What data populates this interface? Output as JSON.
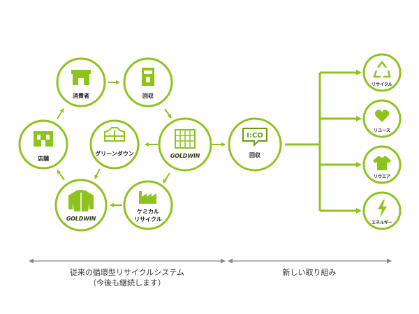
{
  "colors": {
    "accent": "#8ec31f",
    "accent_dark": "#6e9a10",
    "arrow_gray": "#888888",
    "text": "#222222"
  },
  "nodes": {
    "consumer": {
      "label": "消費者",
      "icon": "shop-icon"
    },
    "collect_top": {
      "label": "回収",
      "icon": "trash-bin-icon"
    },
    "store": {
      "label": "店舗",
      "icon": "store-icon"
    },
    "green_down": {
      "label": "グリーンダウン",
      "icon": "down-jacket-icon"
    },
    "goldwin_hub": {
      "brand": "GOLDWIN",
      "icon": "factory-building-icon"
    },
    "goldwin_product": {
      "brand": "GOLDWIN",
      "icon": "jacket-icon"
    },
    "chemical_recycle": {
      "label_line1": "ケミカル",
      "label_line2": "リサイクル",
      "icon": "factory-icon"
    },
    "ico_collect": {
      "logo": "I:CO",
      "label": "回収",
      "icon": "ico-speech-icon"
    }
  },
  "outputs": [
    {
      "label": "リサイクル",
      "icon": "recycle-icon"
    },
    {
      "label": "リユース",
      "icon": "heart-icon"
    },
    {
      "label": "リウエア",
      "icon": "tshirt-icon"
    },
    {
      "label": "エネルギー",
      "icon": "lightning-icon"
    }
  ],
  "captions": {
    "traditional_line1": "従来の循環型リサイクルシステム",
    "traditional_line2": "（今後も継続します）",
    "new": "新しい取り組み"
  }
}
